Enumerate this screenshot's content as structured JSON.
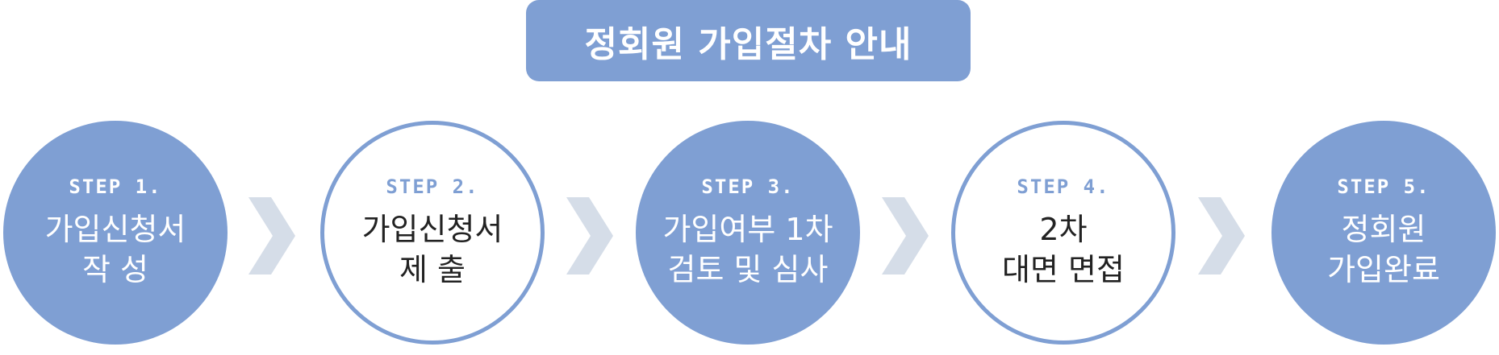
{
  "title": "정회원 가입절차 안내",
  "colors": {
    "accent": "#7f9fd3",
    "arrow": "#d5dde8"
  },
  "steps": [
    {
      "label": "STEP 1.",
      "lines": [
        "가입신청서",
        "작 성"
      ],
      "style": "filled"
    },
    {
      "label": "STEP 2.",
      "lines": [
        "가입신청서",
        "제 출"
      ],
      "style": "outline"
    },
    {
      "label": "STEP 3.",
      "lines": [
        "가입여부 1차",
        "검토 및 심사"
      ],
      "style": "filled"
    },
    {
      "label": "STEP 4.",
      "lines": [
        "2차",
        "대면 면접"
      ],
      "style": "outline"
    },
    {
      "label": "STEP 5.",
      "lines": [
        "정회원",
        "가입완료"
      ],
      "style": "filled"
    }
  ]
}
